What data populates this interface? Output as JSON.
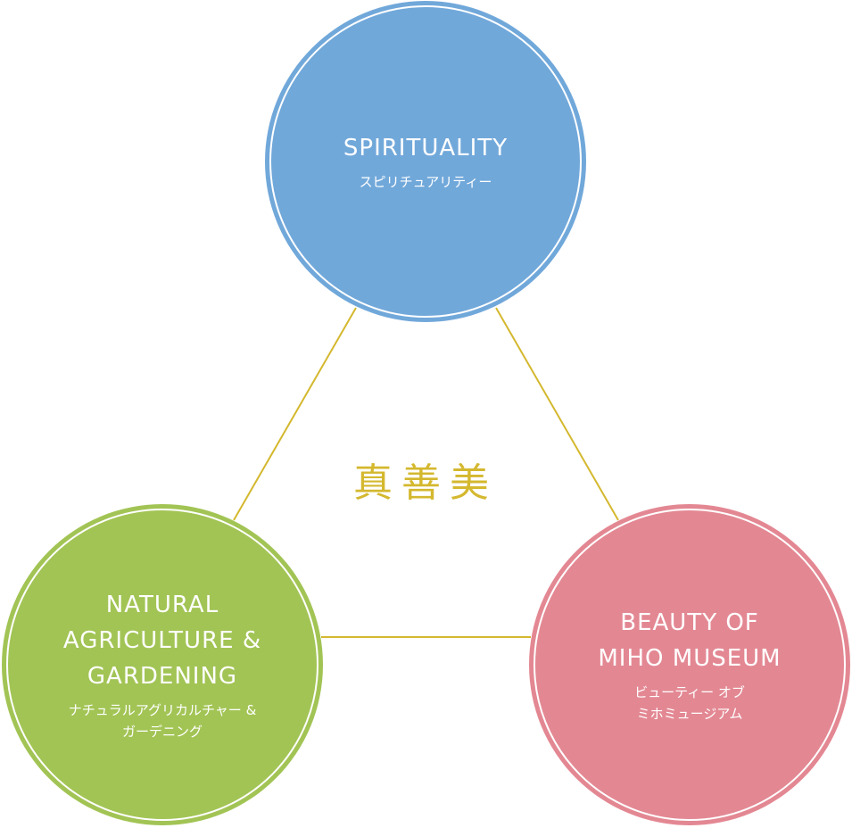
{
  "colors": {
    "spirituality": "#71a8da",
    "agriculture": "#a2c455",
    "beauty": "#e38893",
    "connector": "#d4b82e"
  },
  "center": {
    "label": "真善美"
  },
  "nodes": {
    "spirituality": {
      "en": "SPIRITUALITY",
      "ja": "スピリチュアリティー"
    },
    "agriculture": {
      "en": "NATURAL\nAGRICULTURE &\nGARDENING",
      "ja": "ナチュラルアグリカルチャー &\nガーデニング"
    },
    "beauty": {
      "en": "BEAUTY OF\nMIHO MUSEUM",
      "ja": "ビューティー オブ\nミホミュージアム"
    }
  }
}
